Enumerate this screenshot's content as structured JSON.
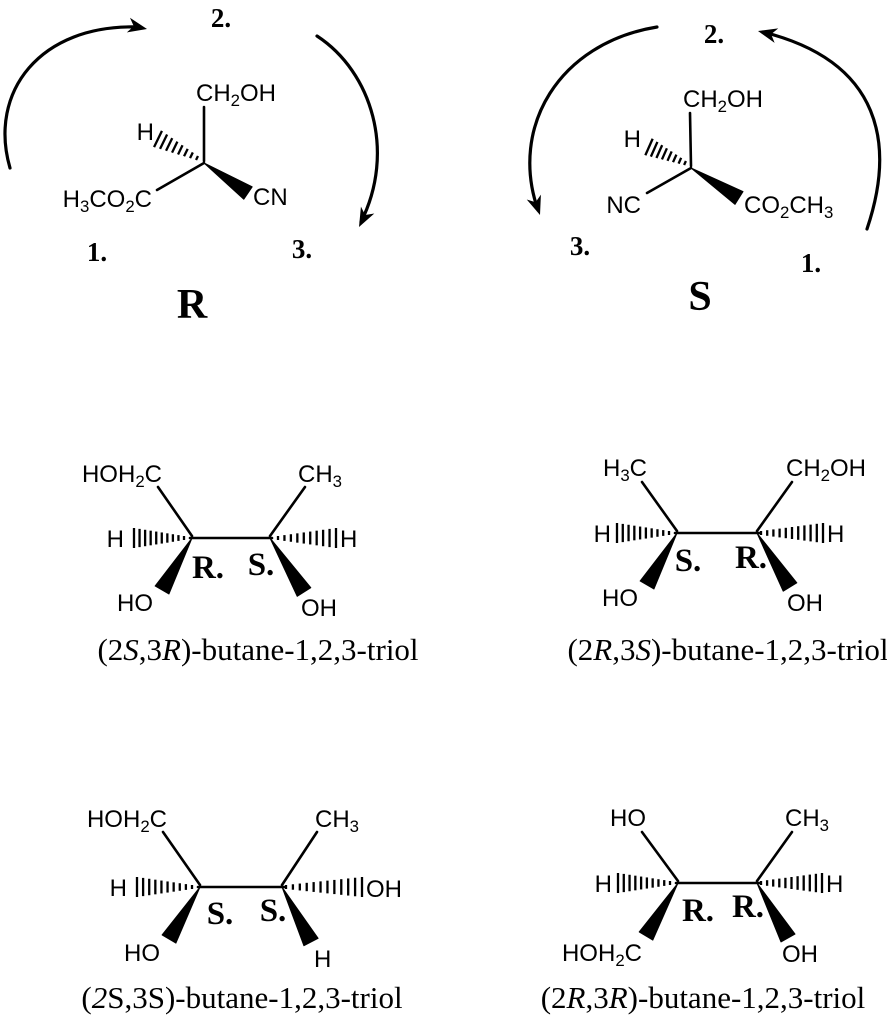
{
  "colors": {
    "ink": "#000000",
    "background": "#ffffff"
  },
  "cip_panels": [
    {
      "stereo_label": "R",
      "rotation": "clockwise",
      "priority_top": "2.",
      "priority_bottom_left": "1.",
      "priority_bottom_right": "3.",
      "group_up": "CH2OH",
      "group_hash": "H",
      "group_plain": "H3CO2C",
      "group_wedge": "CN"
    },
    {
      "stereo_label": "S",
      "rotation": "counterclockwise",
      "priority_top": "2.",
      "priority_bottom_left": "3.",
      "priority_bottom_right": "1.",
      "group_up": "CH2OH",
      "group_hash": "H",
      "group_plain": "NC",
      "group_wedge": "CO2CH3"
    }
  ],
  "triol_panels": [
    {
      "top_left": "HOH2C",
      "top_right": "CH3",
      "hash_left": "H",
      "hash_right": "H",
      "wedge_left": "HO",
      "wedge_right": "OH",
      "stereo_left": "R.",
      "stereo_right": "S.",
      "caption": [
        {
          "t": "(2",
          "i": 0
        },
        {
          "t": "S",
          "i": 1
        },
        {
          "t": ",3",
          "i": 0
        },
        {
          "t": "R",
          "i": 1
        },
        {
          "t": ")-butane-1,2,3-triol",
          "i": 0
        }
      ]
    },
    {
      "top_left": "H3C",
      "top_right": "CH2OH",
      "hash_left": "H",
      "hash_right": "H",
      "wedge_left": "HO",
      "wedge_right": "OH",
      "stereo_left": "S.",
      "stereo_right": "R.",
      "caption": [
        {
          "t": "(2",
          "i": 0
        },
        {
          "t": "R",
          "i": 1
        },
        {
          "t": ",3",
          "i": 0
        },
        {
          "t": "S",
          "i": 1
        },
        {
          "t": ")-butane-1,2,3-triol",
          "i": 0
        }
      ]
    },
    {
      "top_left": "HOH2C",
      "top_right": "CH3",
      "hash_left": "H",
      "hash_right": "OH",
      "wedge_left": "HO",
      "wedge_right": "H",
      "stereo_left": "S.",
      "stereo_right": "S.",
      "caption": [
        {
          "t": "(",
          "i": 0
        },
        {
          "t": "2",
          "i": 1
        },
        {
          "t": "S,3S)-butane-1,2,3-triol",
          "i": 0
        }
      ]
    },
    {
      "top_left": "HO",
      "top_right": "CH3",
      "hash_left": "H",
      "hash_right": "H",
      "wedge_left": "HOH2C",
      "wedge_right": "OH",
      "stereo_left": "R.",
      "stereo_right": "R.",
      "caption": [
        {
          "t": "(2",
          "i": 0
        },
        {
          "t": "R",
          "i": 1
        },
        {
          "t": ",3",
          "i": 0
        },
        {
          "t": "R",
          "i": 1
        },
        {
          "t": ")-butane-1,2,3-triol",
          "i": 0
        }
      ]
    }
  ]
}
